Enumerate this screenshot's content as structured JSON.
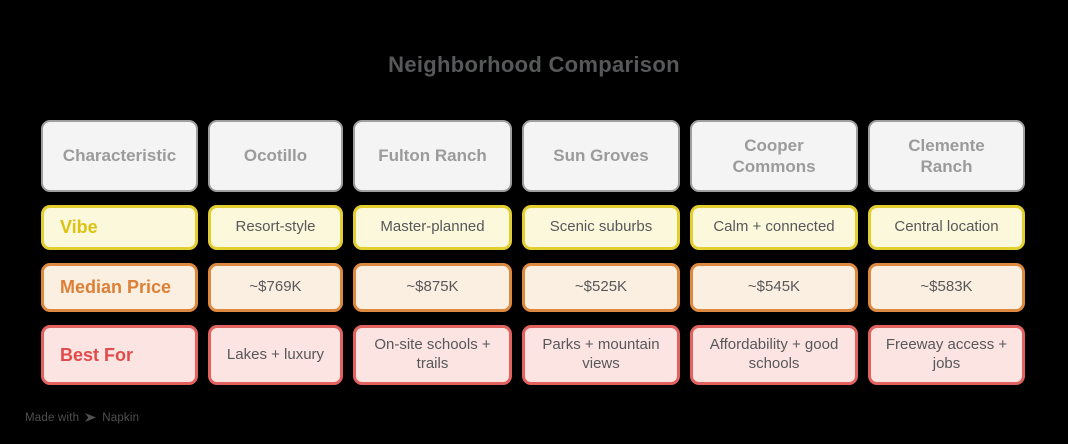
{
  "title": "Neighborhood Comparison",
  "chart_data": {
    "type": "table",
    "title": "Neighborhood Comparison",
    "columns": [
      "Characteristic",
      "Ocotillo",
      "Fulton Ranch",
      "Sun Groves",
      "Cooper Commons",
      "Clemente Ranch"
    ],
    "rows": [
      [
        "Vibe",
        "Resort-style",
        "Master-planned",
        "Scenic suburbs",
        "Calm + connected",
        "Central location"
      ],
      [
        "Median Price",
        "~$769K",
        "~$875K",
        "~$525K",
        "~$545K",
        "~$583K"
      ],
      [
        "Best For",
        "Lakes + luxury",
        "On-site schools + trails",
        "Parks + mountain views",
        "Affordability + good schools",
        "Freeway access + jobs"
      ]
    ],
    "row_themes": [
      "yellow",
      "orange",
      "red"
    ]
  },
  "footer": {
    "made_with": "Made with",
    "brand": "Napkin"
  },
  "colors": {
    "background": "#000000",
    "title_text": "#57585A",
    "header_bg": "#F4F4F4",
    "header_border": "#9E9E9E",
    "header_text": "#9B9B9B",
    "vibe_bg": "#FBF8DC",
    "vibe_border": "#E3CE2F",
    "vibe_label": "#DCC214",
    "price_bg": "#FBEFE1",
    "price_border": "#DD8940",
    "price_label": "#DD7F35",
    "best_bg": "#FBE4E2",
    "best_border": "#E2625F",
    "best_label": "#E24B4B",
    "value_text": "#58585A",
    "footer_text": "#505050"
  }
}
